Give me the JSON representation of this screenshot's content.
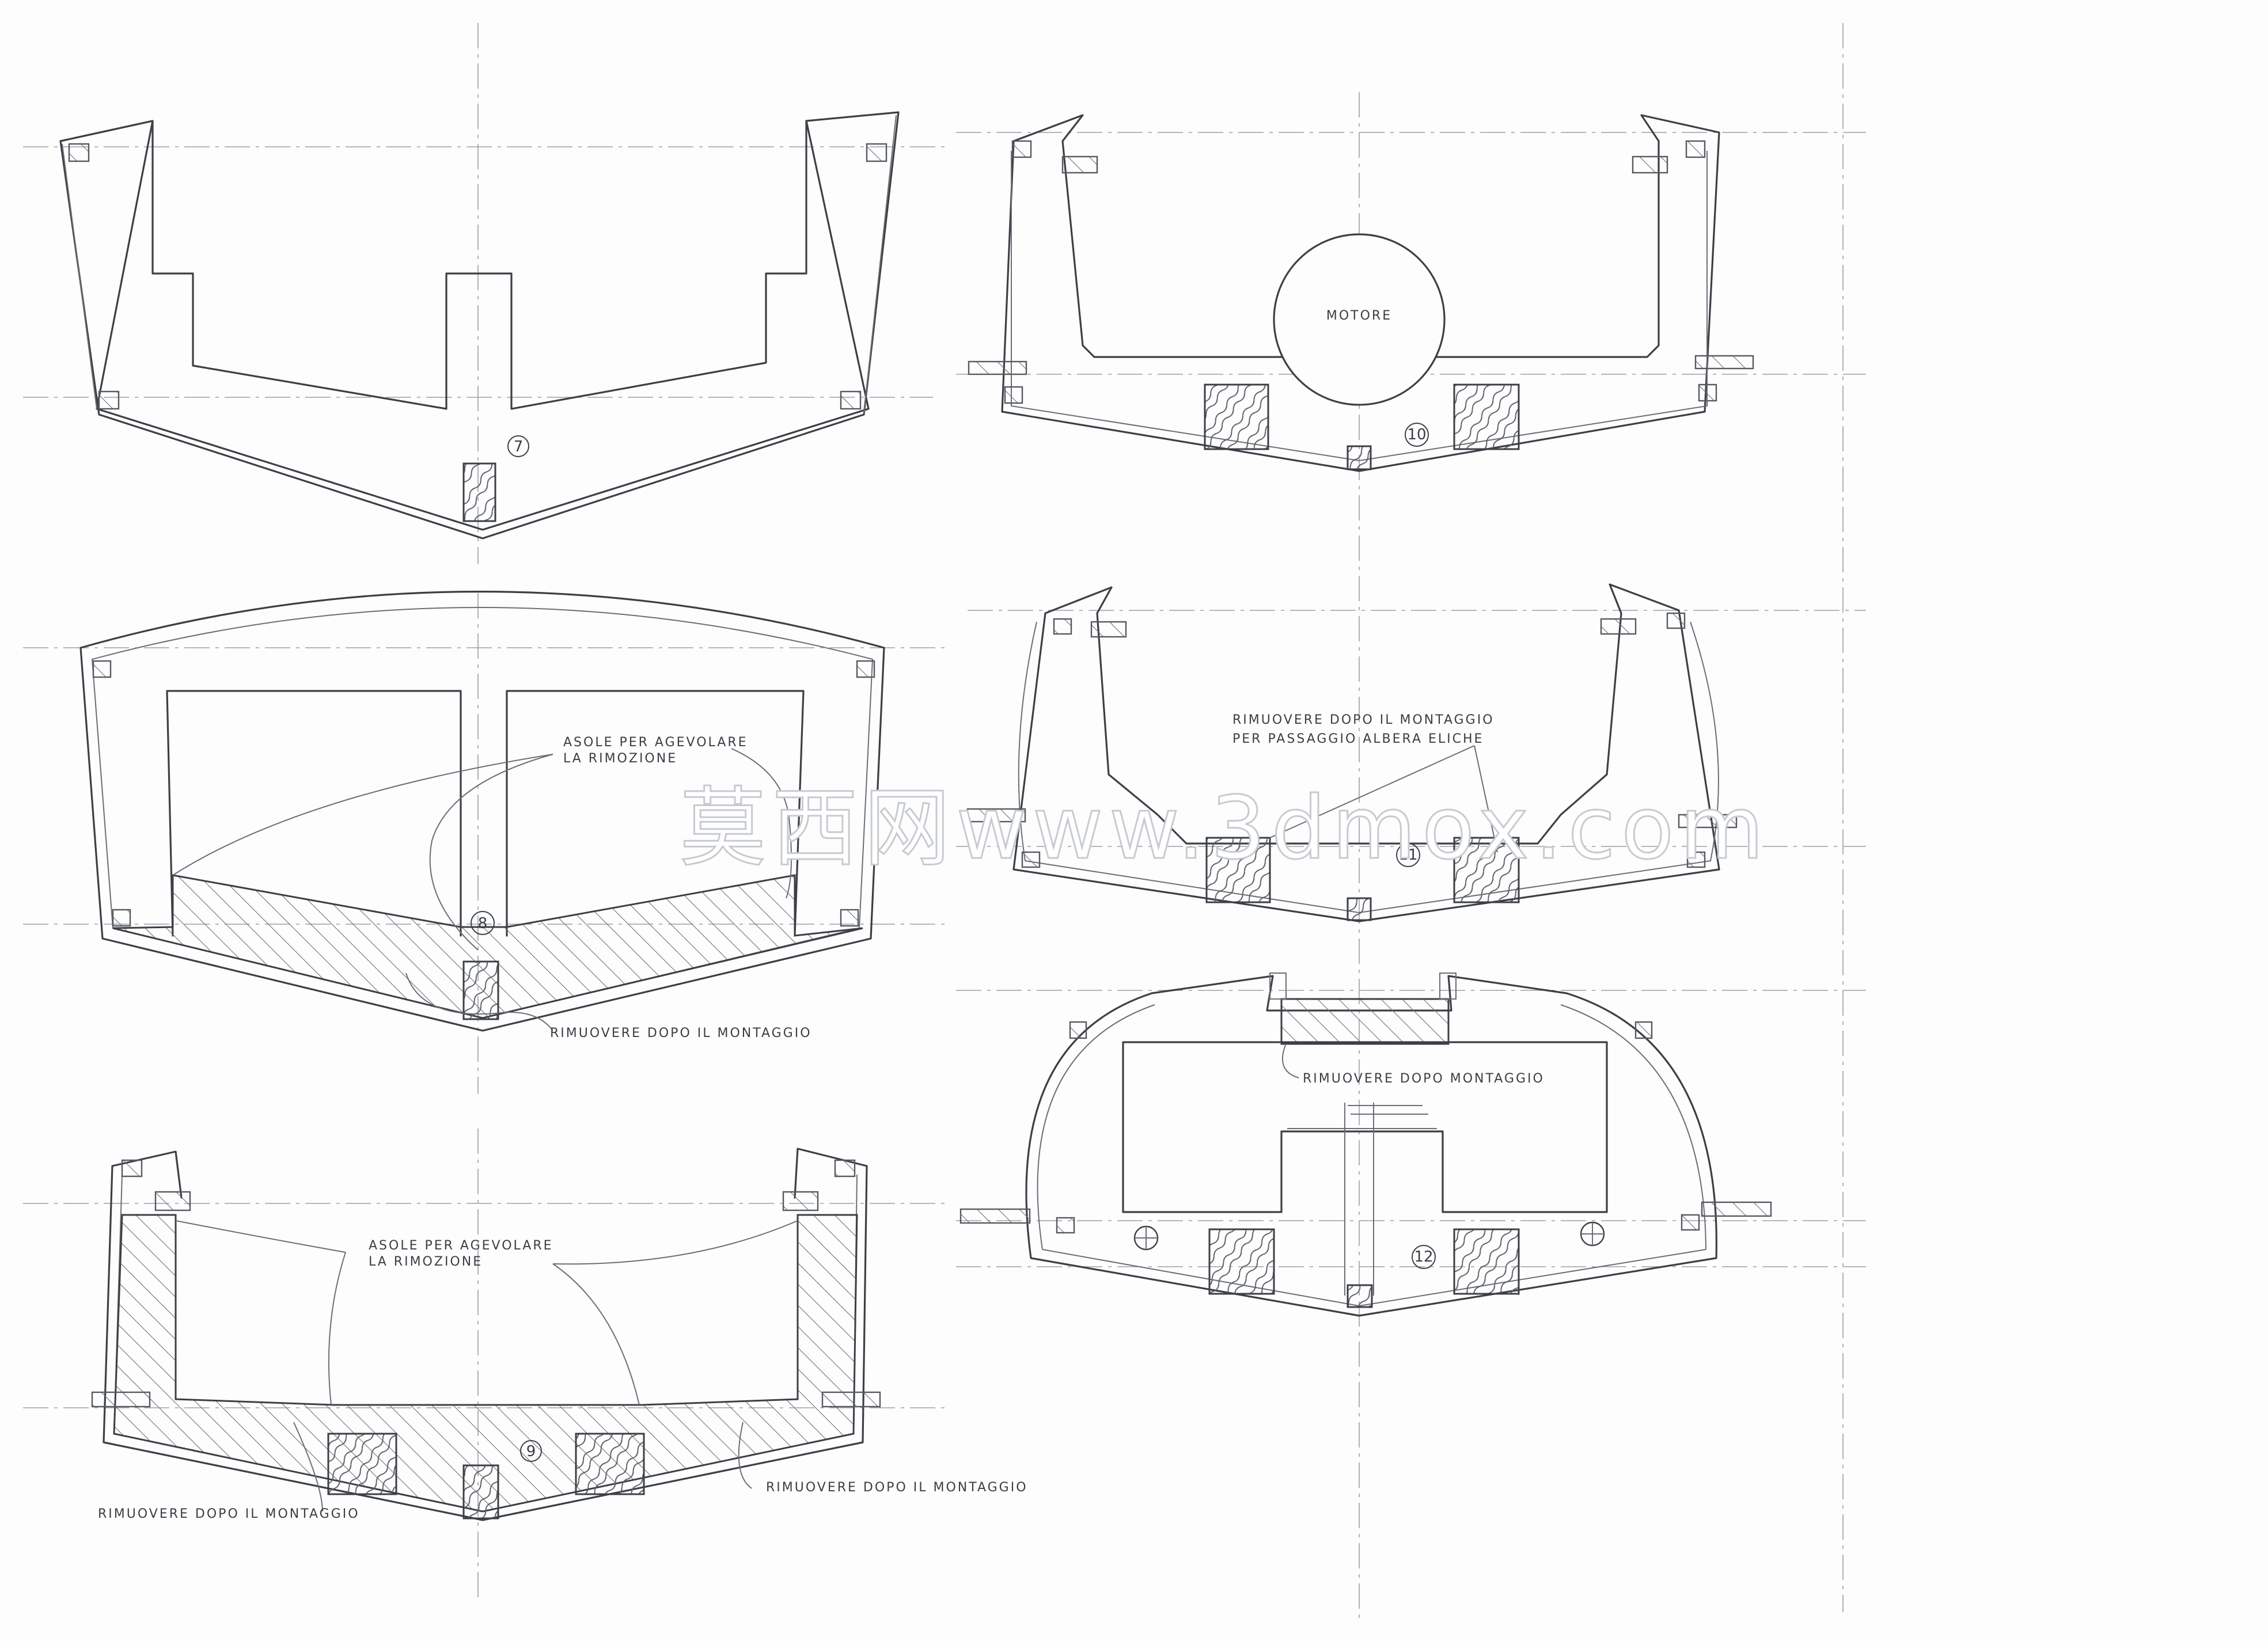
{
  "sections": {
    "s7": {
      "number": "7"
    },
    "s8": {
      "number": "8"
    },
    "s9": {
      "number": "9"
    },
    "s10": {
      "number": "10",
      "engine_label": "MOTORE"
    },
    "s11": {
      "number": "11"
    },
    "s12": {
      "number": "12"
    }
  },
  "notes": {
    "remove_after_assembly": "RIMUOVERE DOPO IL MONTAGGIO",
    "remove_after_assembly_short": "RIMUOVERE DOPO MONTAGGIO",
    "slots_line1": "ASOLE PER AGEVOLARE",
    "slots_line2": "LA RIMOZIONE",
    "shaft_line1": "RIMUOVERE DOPO IL MONTAGGIO",
    "shaft_line2": "PER PASSAGGIO ALBERA ELICHE"
  },
  "watermark": "莫西网www.3dmox.com",
  "colors": {
    "pencil": "#3c4046",
    "paper": "#fdfdfd",
    "watermark_stroke": "#c7cbd0"
  }
}
